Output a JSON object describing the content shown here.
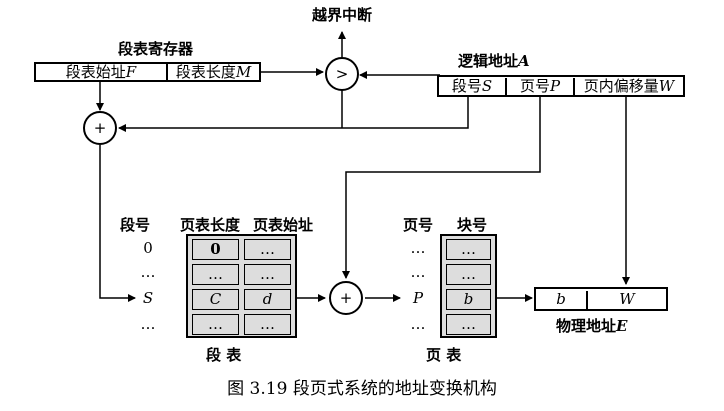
{
  "overflow_label": "越界中断",
  "segment_register": {
    "title": "段表寄存器",
    "field1": "段表始址",
    "field1_var": "F",
    "field2": "段表长度",
    "field2_var": "M"
  },
  "compare_symbol": ">",
  "plus_symbol": "+",
  "logical_address": {
    "title": "逻辑地址",
    "title_var": "A",
    "seg": "段号",
    "seg_var": "S",
    "page": "页号",
    "page_var": "P",
    "offset": "页内偏移量",
    "offset_var": "W"
  },
  "segment_table": {
    "col_seg": "段号",
    "col_len": "页表长度",
    "col_addr": "页表始址",
    "row_labels": [
      "0",
      "…",
      "S",
      "…"
    ],
    "len_values": [
      "0",
      "…",
      "C",
      "…"
    ],
    "addr_values": [
      "…",
      "…",
      "d",
      "…"
    ],
    "footer": "段  表"
  },
  "page_table": {
    "col_page": "页号",
    "col_block": "块号",
    "row_labels": [
      "…",
      "…",
      "P",
      "…"
    ],
    "block_values": [
      "…",
      "…",
      "b",
      "…"
    ],
    "footer": "页  表"
  },
  "physical_address": {
    "b": "b",
    "w": "W",
    "label": "物理地址",
    "label_var": "E"
  },
  "caption": "图 3.19   段页式系统的地址变换机构"
}
